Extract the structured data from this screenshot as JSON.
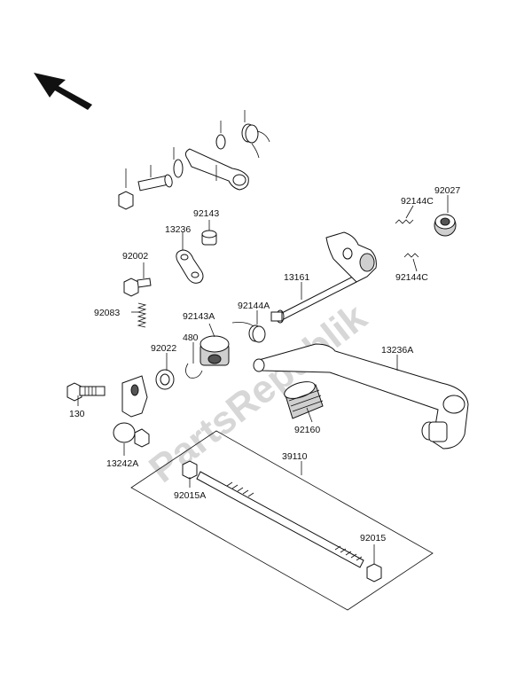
{
  "watermark": "PartsRepublik",
  "labels": {
    "p92143": "92143",
    "p13236": "13236",
    "p92002": "92002",
    "p92083": "92083",
    "p92143A": "92143A",
    "p480": "480",
    "p92022": "92022",
    "p92144A": "92144A",
    "p13161": "13161",
    "p92144C_top": "92144C",
    "p92027": "92027",
    "p92144C_bot": "92144C",
    "p13236A": "13236A",
    "p92160": "92160",
    "p130": "130",
    "p13242A": "13242A",
    "p39110": "39110",
    "p92015A": "92015A",
    "p92015": "92015"
  }
}
